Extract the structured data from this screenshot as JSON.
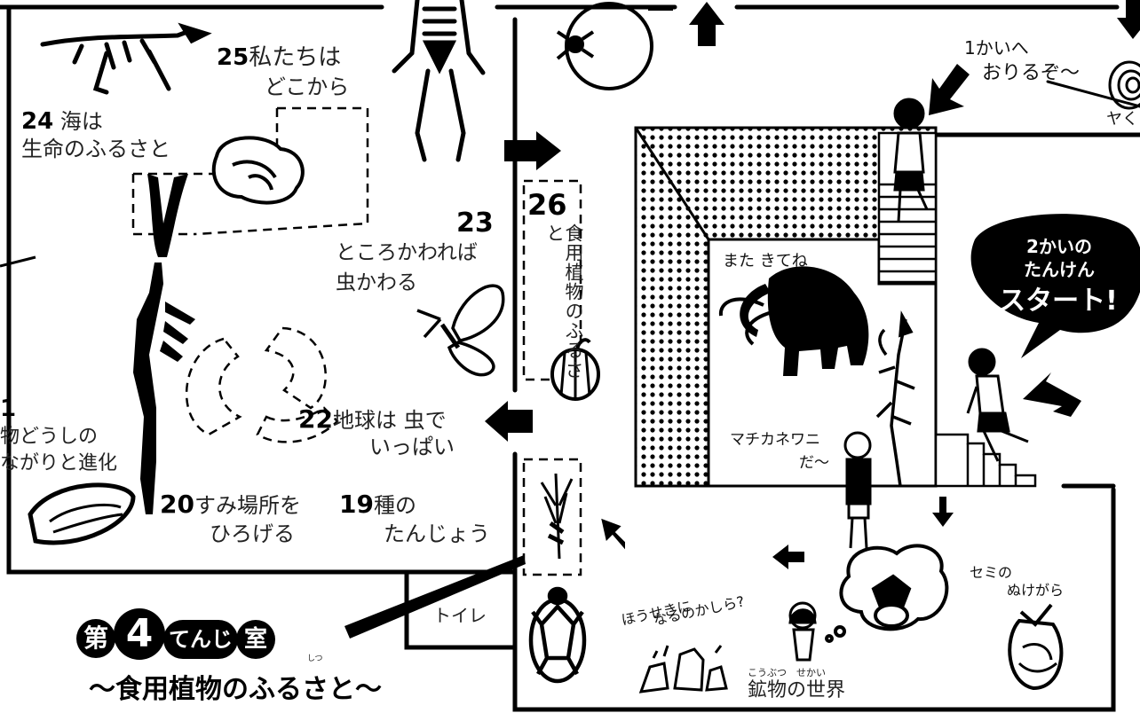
{
  "rooms": {
    "r25": {
      "num": "25",
      "line1": "私たちは",
      "line2": "どこから"
    },
    "r24": {
      "num": "24",
      "line1": "海は",
      "line2": "生命のふるさと"
    },
    "r23": {
      "num": "23",
      "line1": "ところかわれば",
      "line2": "虫かわる"
    },
    "r26": {
      "num": "26",
      "vertical": "食用植物のふるさと"
    },
    "r22": {
      "num": "22",
      "line1": "地球は 虫で",
      "line2": "いっぱい"
    },
    "r21": {
      "num": "1",
      "line1": "物どうしの",
      "line2": "ながりと進化"
    },
    "r20": {
      "num": "20",
      "line1": "すみ場所を",
      "line2": "ひろげる"
    },
    "r19": {
      "num": "19",
      "line1": "種の",
      "line2": "たんじょう"
    }
  },
  "toilet": "トイレ",
  "title": {
    "dai": "第",
    "number": "4",
    "rest": "てんじ",
    "shitsu": "室",
    "ruby": "しつ",
    "subtitle": "〜食用植物のふるさと〜"
  },
  "speech": {
    "line1": "2かいの",
    "line2": "たんけん",
    "line3": "スタート!"
  },
  "notes": {
    "down_stairs_1": "1かいへ",
    "down_stairs_2": "おりるぞ〜",
    "yaku": "ヤく",
    "mata": "また きてね",
    "machikane_1": "マチカネワニ",
    "machikane_2": "だ〜",
    "houseki_1": "ほうせきに",
    "houseki_2": "なるのかしら?",
    "semi_1": "セミの",
    "semi_2": "ぬけがら",
    "kobutsu_ruby": "こうぶつ　せかい",
    "kobutsu": "鉱物の世界"
  },
  "colors": {
    "ink": "#000000",
    "paper": "#ffffff",
    "text": "#222222"
  }
}
